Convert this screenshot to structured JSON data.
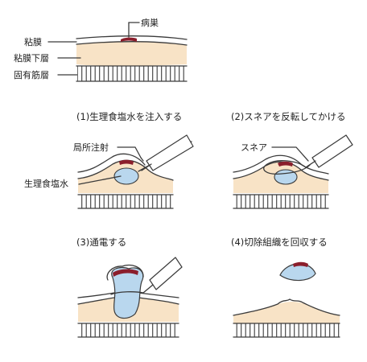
{
  "legend": {
    "lesion": "病巣",
    "mucosa": "粘膜",
    "submucosa": "粘膜下層",
    "muscularis": "固有筋層"
  },
  "steps": [
    {
      "label": "(1)生理食塩水を注入する",
      "callouts": [
        "局所注射",
        "生理食塩水"
      ]
    },
    {
      "label": "(2)スネアを反転してかける",
      "callouts": [
        "スネア"
      ]
    },
    {
      "label": "(3)通電する",
      "callouts": []
    },
    {
      "label": "(4)切除組織を回収する",
      "callouts": []
    }
  ],
  "colors": {
    "submucosa_fill": "#f8e3c6",
    "lesion": "#8b1e2c",
    "saline": "#b9d7ee",
    "ink": "#3a3a3a"
  }
}
